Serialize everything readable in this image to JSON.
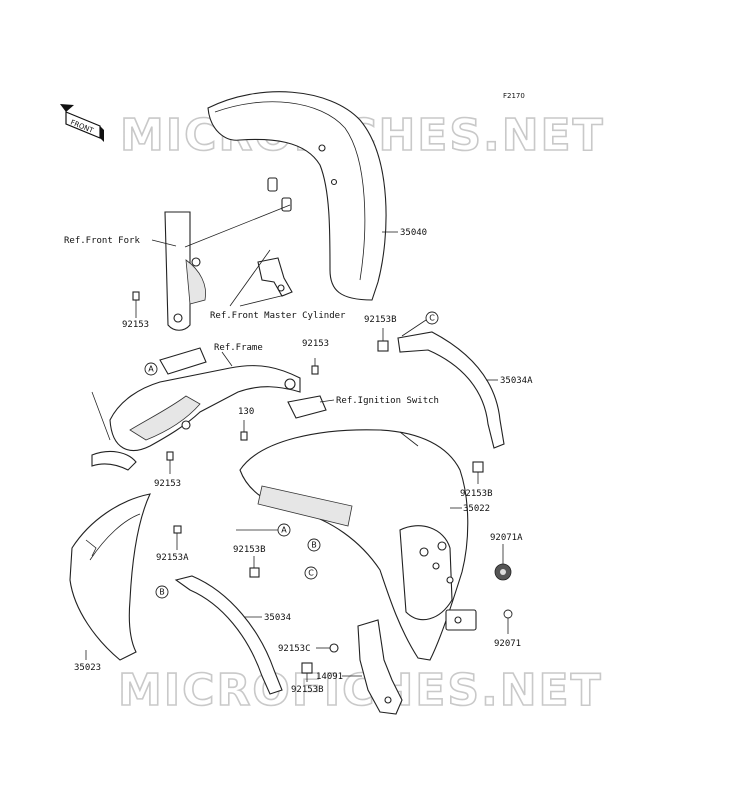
{
  "figure_code": "F2170",
  "direction_label": "FRONT",
  "watermark": "MICROFICHES.NET",
  "callouts": {
    "p35040": "35040",
    "ref_front_fork": "Ref.Front Fork",
    "p92153_a": "92153",
    "ref_front_master_cylinder": "Ref.Front Master Cylinder",
    "p92153b_top": "92153B",
    "ref_frame": "Ref.Frame",
    "p92153_b": "92153",
    "p35034a": "35034A",
    "ref_ignition_switch": "Ref.Ignition Switch",
    "p130": "130",
    "p92153_c": "92153",
    "p92153b_mid": "92153B",
    "p35022": "35022",
    "p92071a": "92071A",
    "p92153a": "92153A",
    "p92153b_low": "92153B",
    "p35034": "35034",
    "p92071": "92071",
    "p92153c": "92153C",
    "p14091": "14091",
    "p35023": "35023",
    "p92153b_bottom": "92153B"
  },
  "reference_markers": [
    "A",
    "B",
    "C"
  ]
}
